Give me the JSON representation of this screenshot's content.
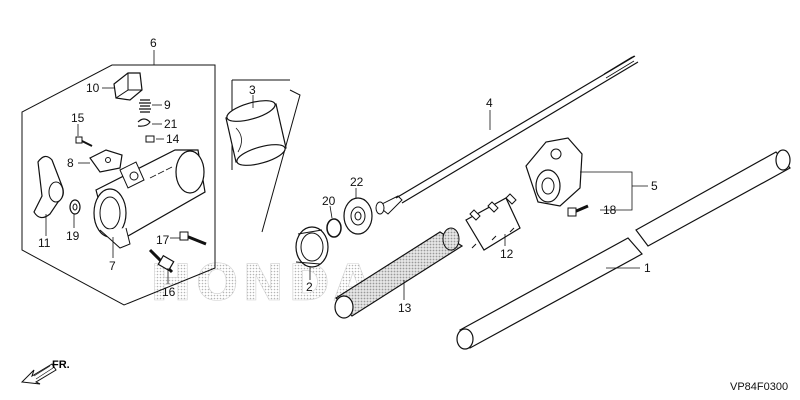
{
  "diagram": {
    "callouts": [
      "1",
      "2",
      "3",
      "4",
      "5",
      "6",
      "7",
      "8",
      "9",
      "10",
      "11",
      "12",
      "13",
      "14",
      "15",
      "16",
      "17",
      "18",
      "19",
      "20",
      "21",
      "22"
    ],
    "watermark": "HONDA",
    "direction_label": "FR.",
    "figure_code": "VP84F0300"
  },
  "colors": {
    "line": "#111111",
    "stipple": "#c8c8c8",
    "background": "#ffffff"
  }
}
